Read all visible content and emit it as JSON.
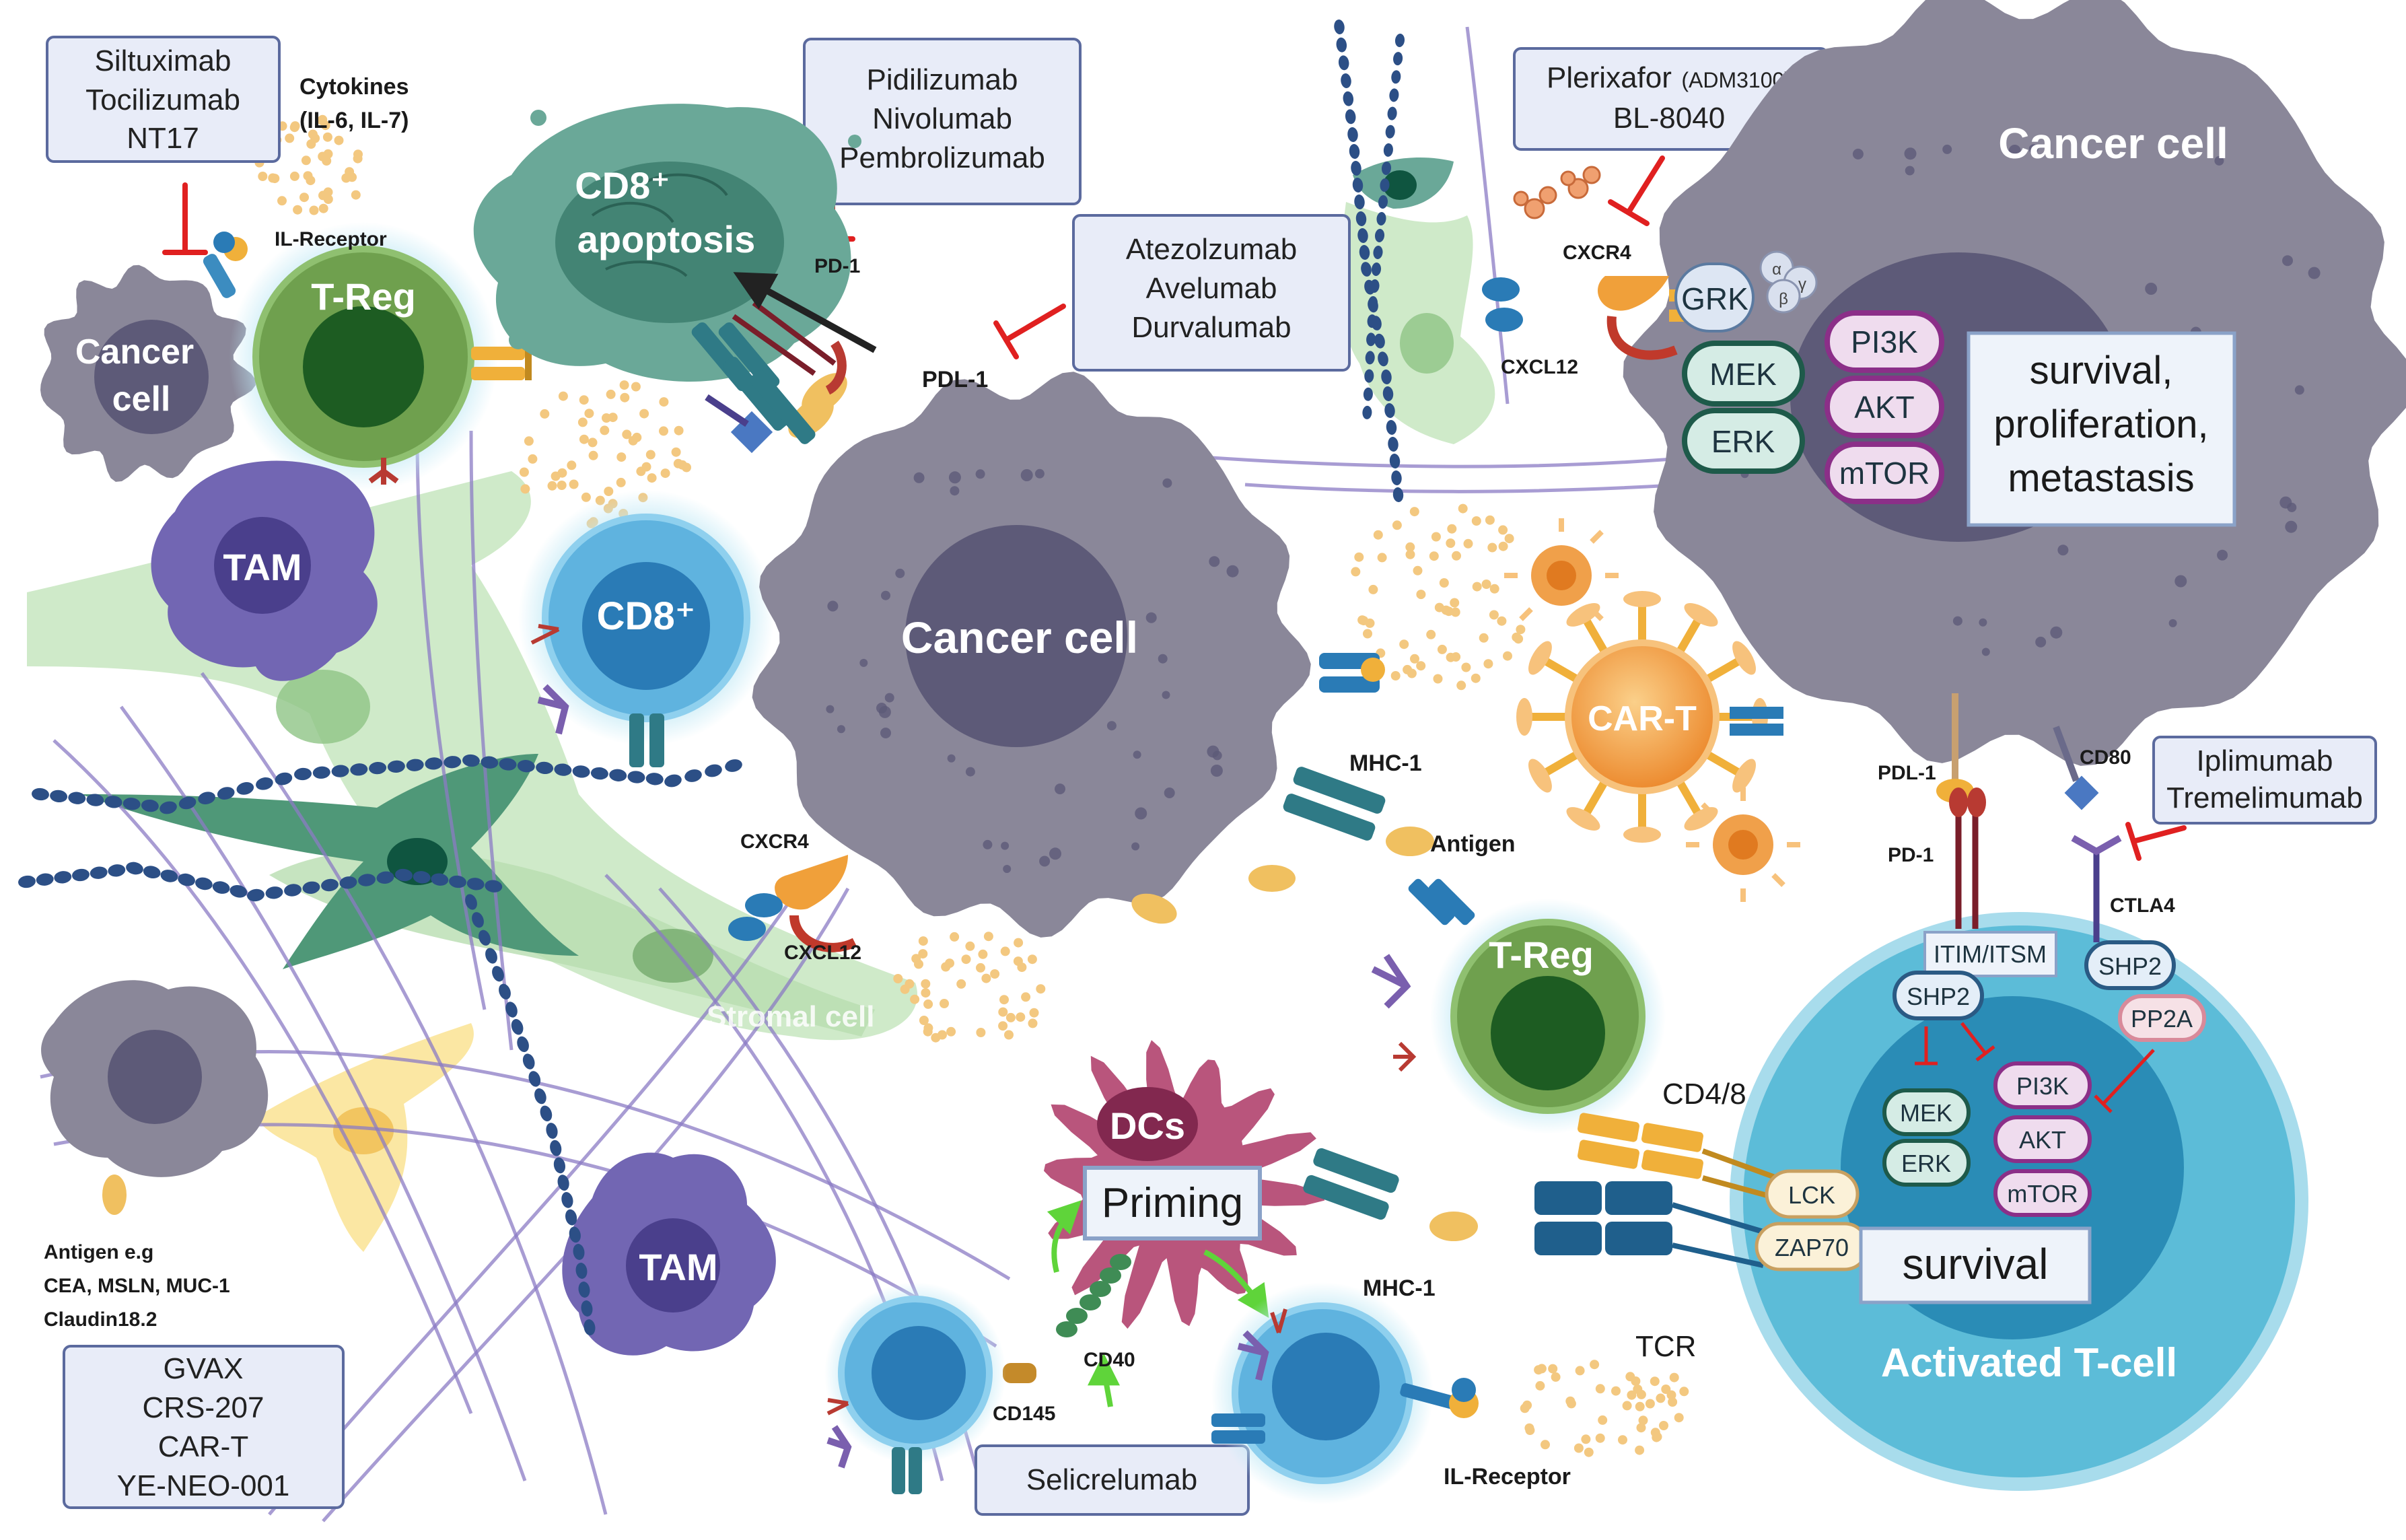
{
  "drug_boxes": {
    "il6": [
      "Siltuximab",
      "Tocilizumab",
      "NT17"
    ],
    "pd1": [
      "Pidilizumab",
      "Nivolumab",
      "Pembrolizumab"
    ],
    "pdl1": [
      "Atezolzumab",
      "Avelumab",
      "Durvalumab"
    ],
    "cxcr4": {
      "line1_main": "Plerixafor",
      "line1_note": "(ADM3100)",
      "line2": "BL-8040"
    },
    "ctla4": [
      "Iplimumab",
      "Tremelimumab"
    ],
    "vaccines": [
      "GVAX",
      "CRS-207",
      "CAR-T",
      "YE-NEO-001"
    ],
    "cd40": [
      "Selicrelumab"
    ]
  },
  "cells": {
    "cancer_small": [
      "Cancer",
      "cell"
    ],
    "treg_top": "T-Reg",
    "cd8_apoptosis": [
      "CD8⁺",
      "apoptosis"
    ],
    "tam_top": "TAM",
    "cd8": "CD8⁺",
    "cancer_center": "Cancer cell",
    "cancer_topright": "Cancer cell",
    "car_t": "CAR-T",
    "treg_mid": "T-Reg",
    "dcs": "DCs",
    "priming": "Priming",
    "stromal": "Stromal cell",
    "tam_bottom": "TAM",
    "activated": "Activated T-cell"
  },
  "labels": {
    "cytokines": [
      "Cytokines",
      "(IL-6, IL-7)"
    ],
    "il_receptor_top": "IL-Receptor",
    "pd1_top": "PD-1",
    "pdl1_top": "PDL-1",
    "cxcr4_top": "CXCR4",
    "cxcl12_top": "CXCL12",
    "cxcr4_mid": "CXCR4",
    "cxcl12_mid": "CXCL12",
    "mhc1_mid": "MHC-1",
    "antigen": "Antigen",
    "pdl1_right": "PDL-1",
    "pd1_right": "PD-1",
    "cd80": "CD80",
    "ctla4": "CTLA4",
    "cd48": "CD4/8",
    "antigen_eg": [
      "Antigen e.g",
      "CEA, MSLN, MUC-1",
      "Claudin18.2"
    ],
    "mhc1_bottom": "MHC-1",
    "tcr": "TCR",
    "cd40": "CD40",
    "cd145": "CD145",
    "il_receptor_bottom": "IL-Receptor"
  },
  "signaling_top": {
    "grk": "GRK",
    "g_alpha": "α",
    "g_beta": "β",
    "g_gamma": "γ",
    "mek": "MEK",
    "erk": "ERK",
    "pi3k": "PI3K",
    "akt": "AKT",
    "mtor": "mTOR",
    "outcome": [
      "survival,",
      "proliferation,",
      "metastasis"
    ]
  },
  "signaling_tcell": {
    "itim": "ITIM/ITSM",
    "shp2_left": "SHP2",
    "shp2_right": "SHP2",
    "pp2a": "PP2A",
    "mek": "MEK",
    "erk": "ERK",
    "pi3k": "PI3K",
    "akt": "AKT",
    "mtor": "mTOR",
    "lck": "LCK",
    "zap70": "ZAP70",
    "outcome": "survival"
  },
  "colors": {
    "cancer": "#8a8799",
    "cancer_nucleus": "#5d5a78",
    "treg": "#6fa04e",
    "cd8": "#5fb3df",
    "apoptosis": "#6aa898",
    "tam": "#7266b3",
    "dc": "#b9557c",
    "car_t": "#f0a04a",
    "tcell": "#5cbcd8",
    "stromal": "#bfe0b6",
    "inhibitor": "#e02020",
    "box_fill": "#e8ecf8",
    "box_stroke": "#5b6a9e"
  }
}
